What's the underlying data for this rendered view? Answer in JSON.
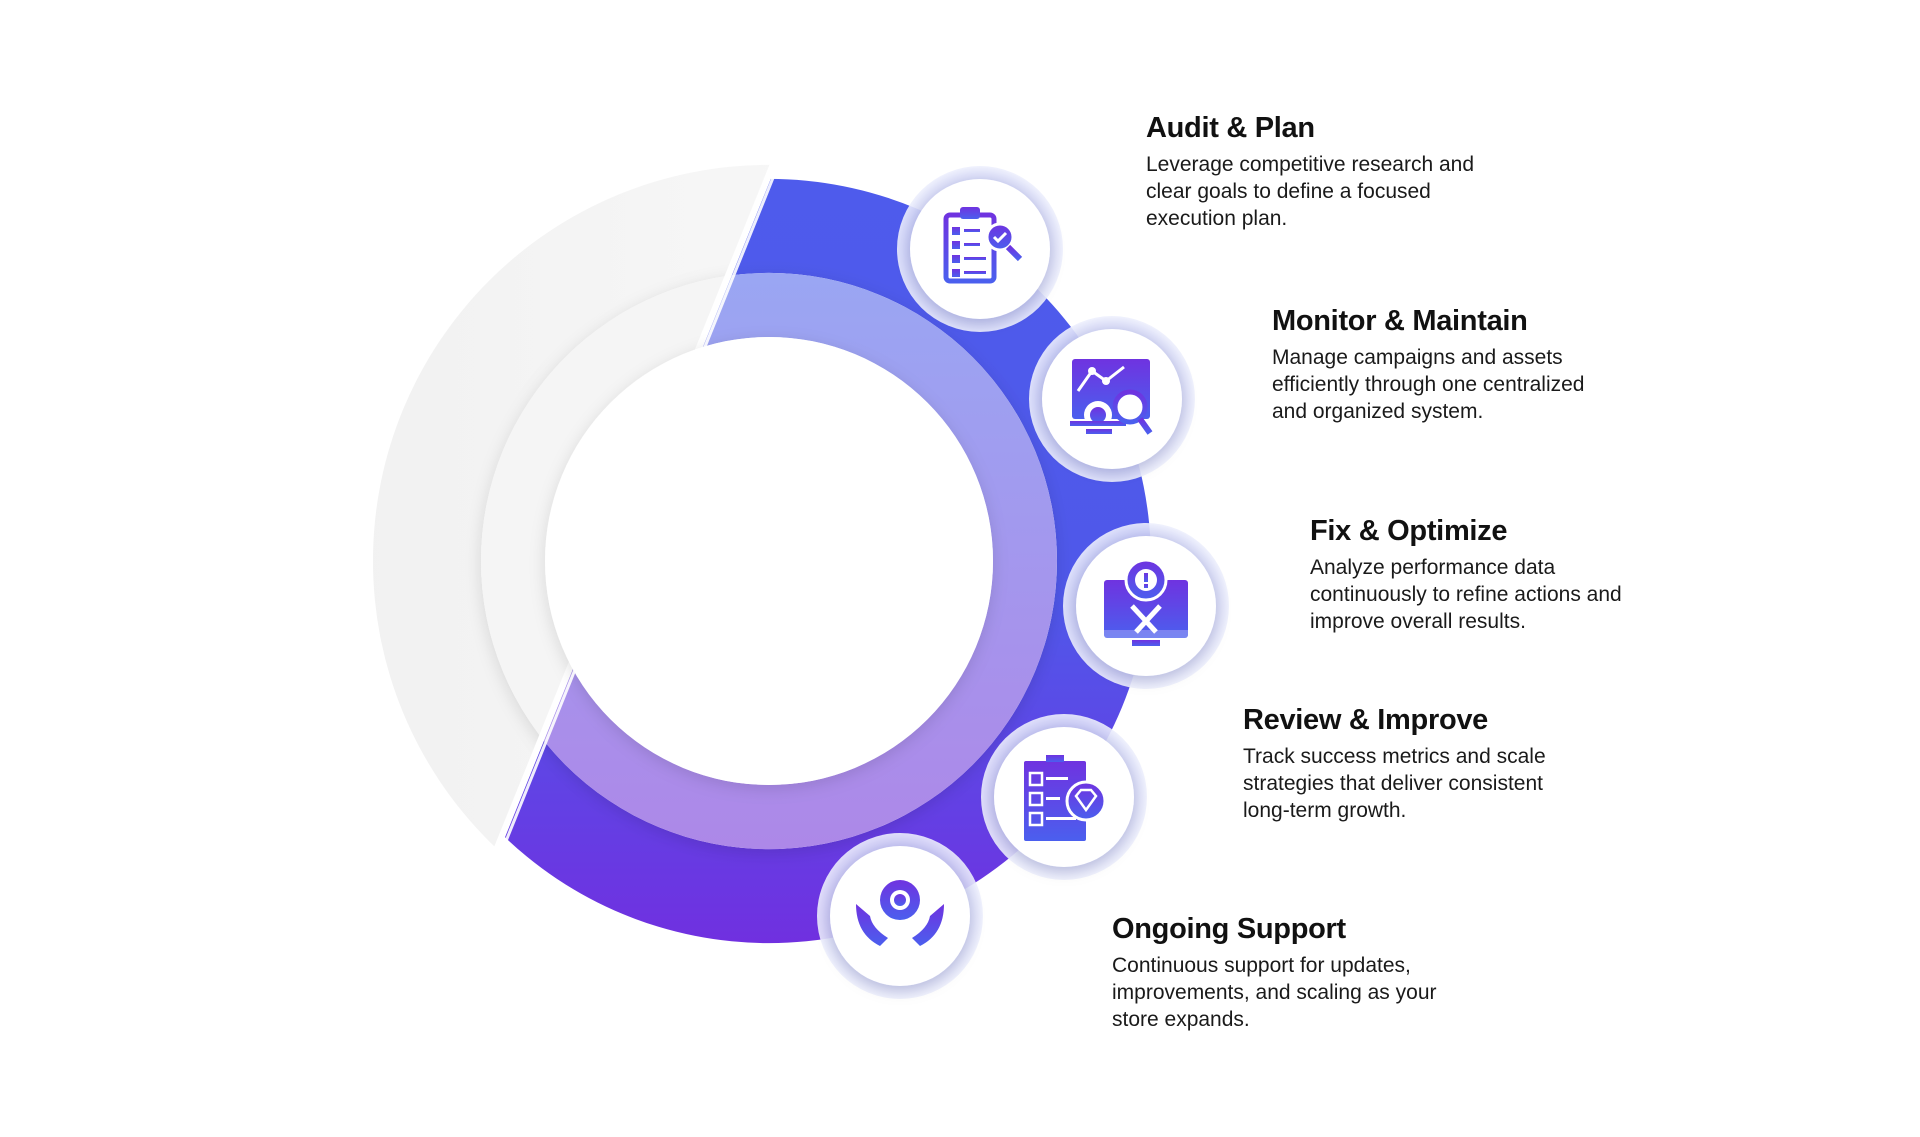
{
  "colors": {
    "ring_top": "#4e5bec",
    "ring_bottom": "#7030e0",
    "inner_top": "#9aa6f3",
    "inner_bottom": "#ad88e8",
    "icon_a": "#6f33e0",
    "icon_b": "#4b5fee"
  },
  "steps": [
    {
      "title": "Audit & Plan",
      "lines": [
        "Leverage competitive research and",
        "clear goals to define a focused",
        "execution plan."
      ],
      "icon": "clipboard-check-icon"
    },
    {
      "title": "Monitor & Maintain",
      "lines": [
        "Manage campaigns and assets",
        "efficiently through one centralized",
        "and organized system."
      ],
      "icon": "monitor-chart-search-icon"
    },
    {
      "title": "Fix & Optimize",
      "lines": [
        "Analyze performance data",
        "continuously to refine actions and",
        "improve overall results."
      ],
      "icon": "monitor-gear-wrench-icon"
    },
    {
      "title": "Review & Improve",
      "lines": [
        "Track success metrics and scale",
        "strategies that deliver consistent",
        "long-term growth."
      ],
      "icon": "checklist-diamond-icon"
    },
    {
      "title": "Ongoing Support",
      "lines": [
        "Continuous support for updates,",
        "improvements, and scaling as your",
        "store expands."
      ],
      "icon": "hands-gear-icon"
    }
  ]
}
